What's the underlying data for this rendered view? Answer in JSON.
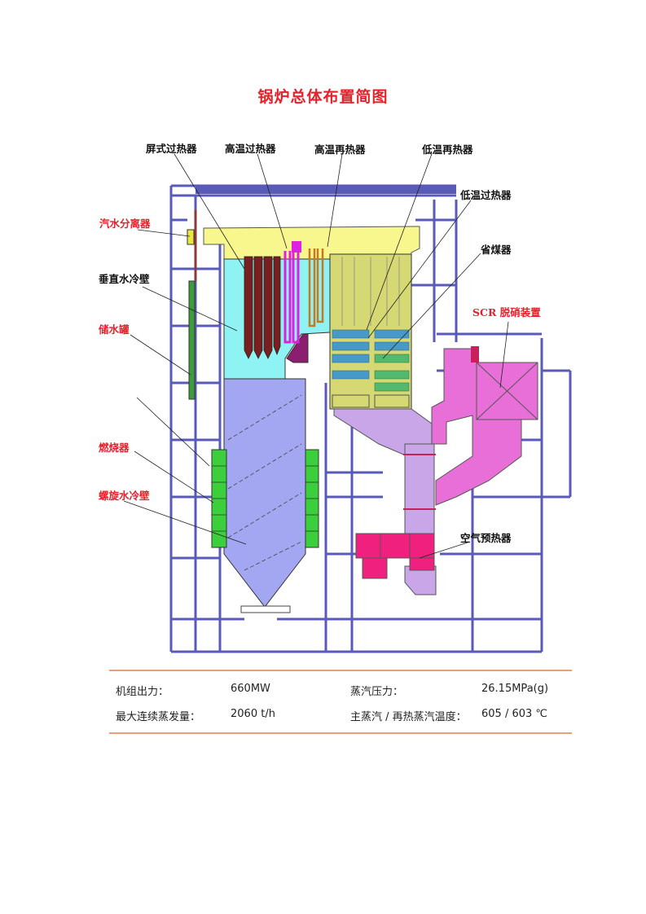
{
  "title": "锅炉总体布置简图",
  "labels": {
    "screen_superheater": "屏式过热器",
    "high_temp_superheater": "高温过热器",
    "high_temp_reheater": "高温再热器",
    "low_temp_reheater": "低温再热器",
    "low_temp_superheater": "低温过热器",
    "steam_water_separator": "汽水分离器",
    "vertical_water_wall": "垂直水冷壁",
    "economizer": "省煤器",
    "scr_denitration": "SCR 脱硝装置",
    "storage_tank": "储水罐",
    "burner": "燃烧器",
    "spiral_water_wall": "螺旋水冷壁",
    "air_preheater": "空气预热器"
  },
  "specs": {
    "unit_output_label": "机组出力：",
    "unit_output_value": "660MW",
    "steam_pressure_label": "蒸汽压力：",
    "steam_pressure_value": "26.15MPa(g)",
    "max_evaporation_label": "最大连续蒸发量：",
    "max_evaporation_value": "2060 t/h",
    "steam_temp_label": "主蒸汽 / 再热蒸汽温度：",
    "steam_temp_value": "605 / 603 ℃"
  },
  "colors": {
    "title_red": "#e8202a",
    "structure": "#5a5ab8",
    "furnace": "#a3a6f0",
    "upper_furnace": "#8ff3f3",
    "roof": "#f7f78e",
    "backpass": "#d6d874",
    "flue": "#c9a6e8",
    "scr": "#e86ed8",
    "air_preheater": "#f0207e",
    "burner": "#3ccf3c",
    "screen_sh": "#7a1f1f",
    "reheater_blue": "#2f8fd6",
    "separator_green": "#3c9c3c",
    "rule_orange": "#e8a07a"
  }
}
